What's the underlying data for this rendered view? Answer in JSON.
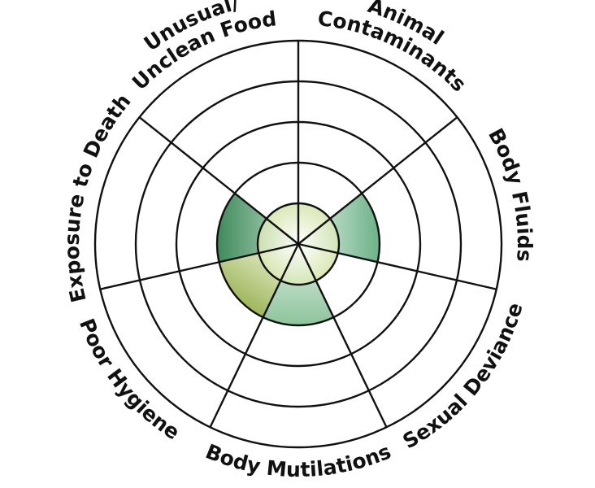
{
  "chart_data": {
    "type": "radial",
    "title": "",
    "rings": 5,
    "rlim": [
      0,
      5
    ],
    "grid": true,
    "categories": [
      {
        "label_lines": [
          "Animal",
          "Contaminants"
        ],
        "value": 0
      },
      {
        "label_lines": [
          "Body Fluids"
        ],
        "value": 2.0
      },
      {
        "label_lines": [
          "Sexual Deviance"
        ],
        "value": 0
      },
      {
        "label_lines": [
          "Body Mutilations"
        ],
        "value": 2.0
      },
      {
        "label_lines": [
          "Poor Hygiene"
        ],
        "value": 2.0
      },
      {
        "label_lines": [
          "Exposure to Death"
        ],
        "value": 2.0
      },
      {
        "label_lines": [
          "Unusual/",
          "Unclean Food"
        ],
        "value": 0
      }
    ],
    "colors": {
      "ring_stroke": "#111111",
      "text": "#111111",
      "fill_light": "#f4f8e6",
      "fill_green_dark": "#3f8a5c",
      "fill_green_mid": "#8fc4a0",
      "fill_olive_dark": "#8aa63a",
      "fill_olive_mid": "#c6d889"
    }
  }
}
